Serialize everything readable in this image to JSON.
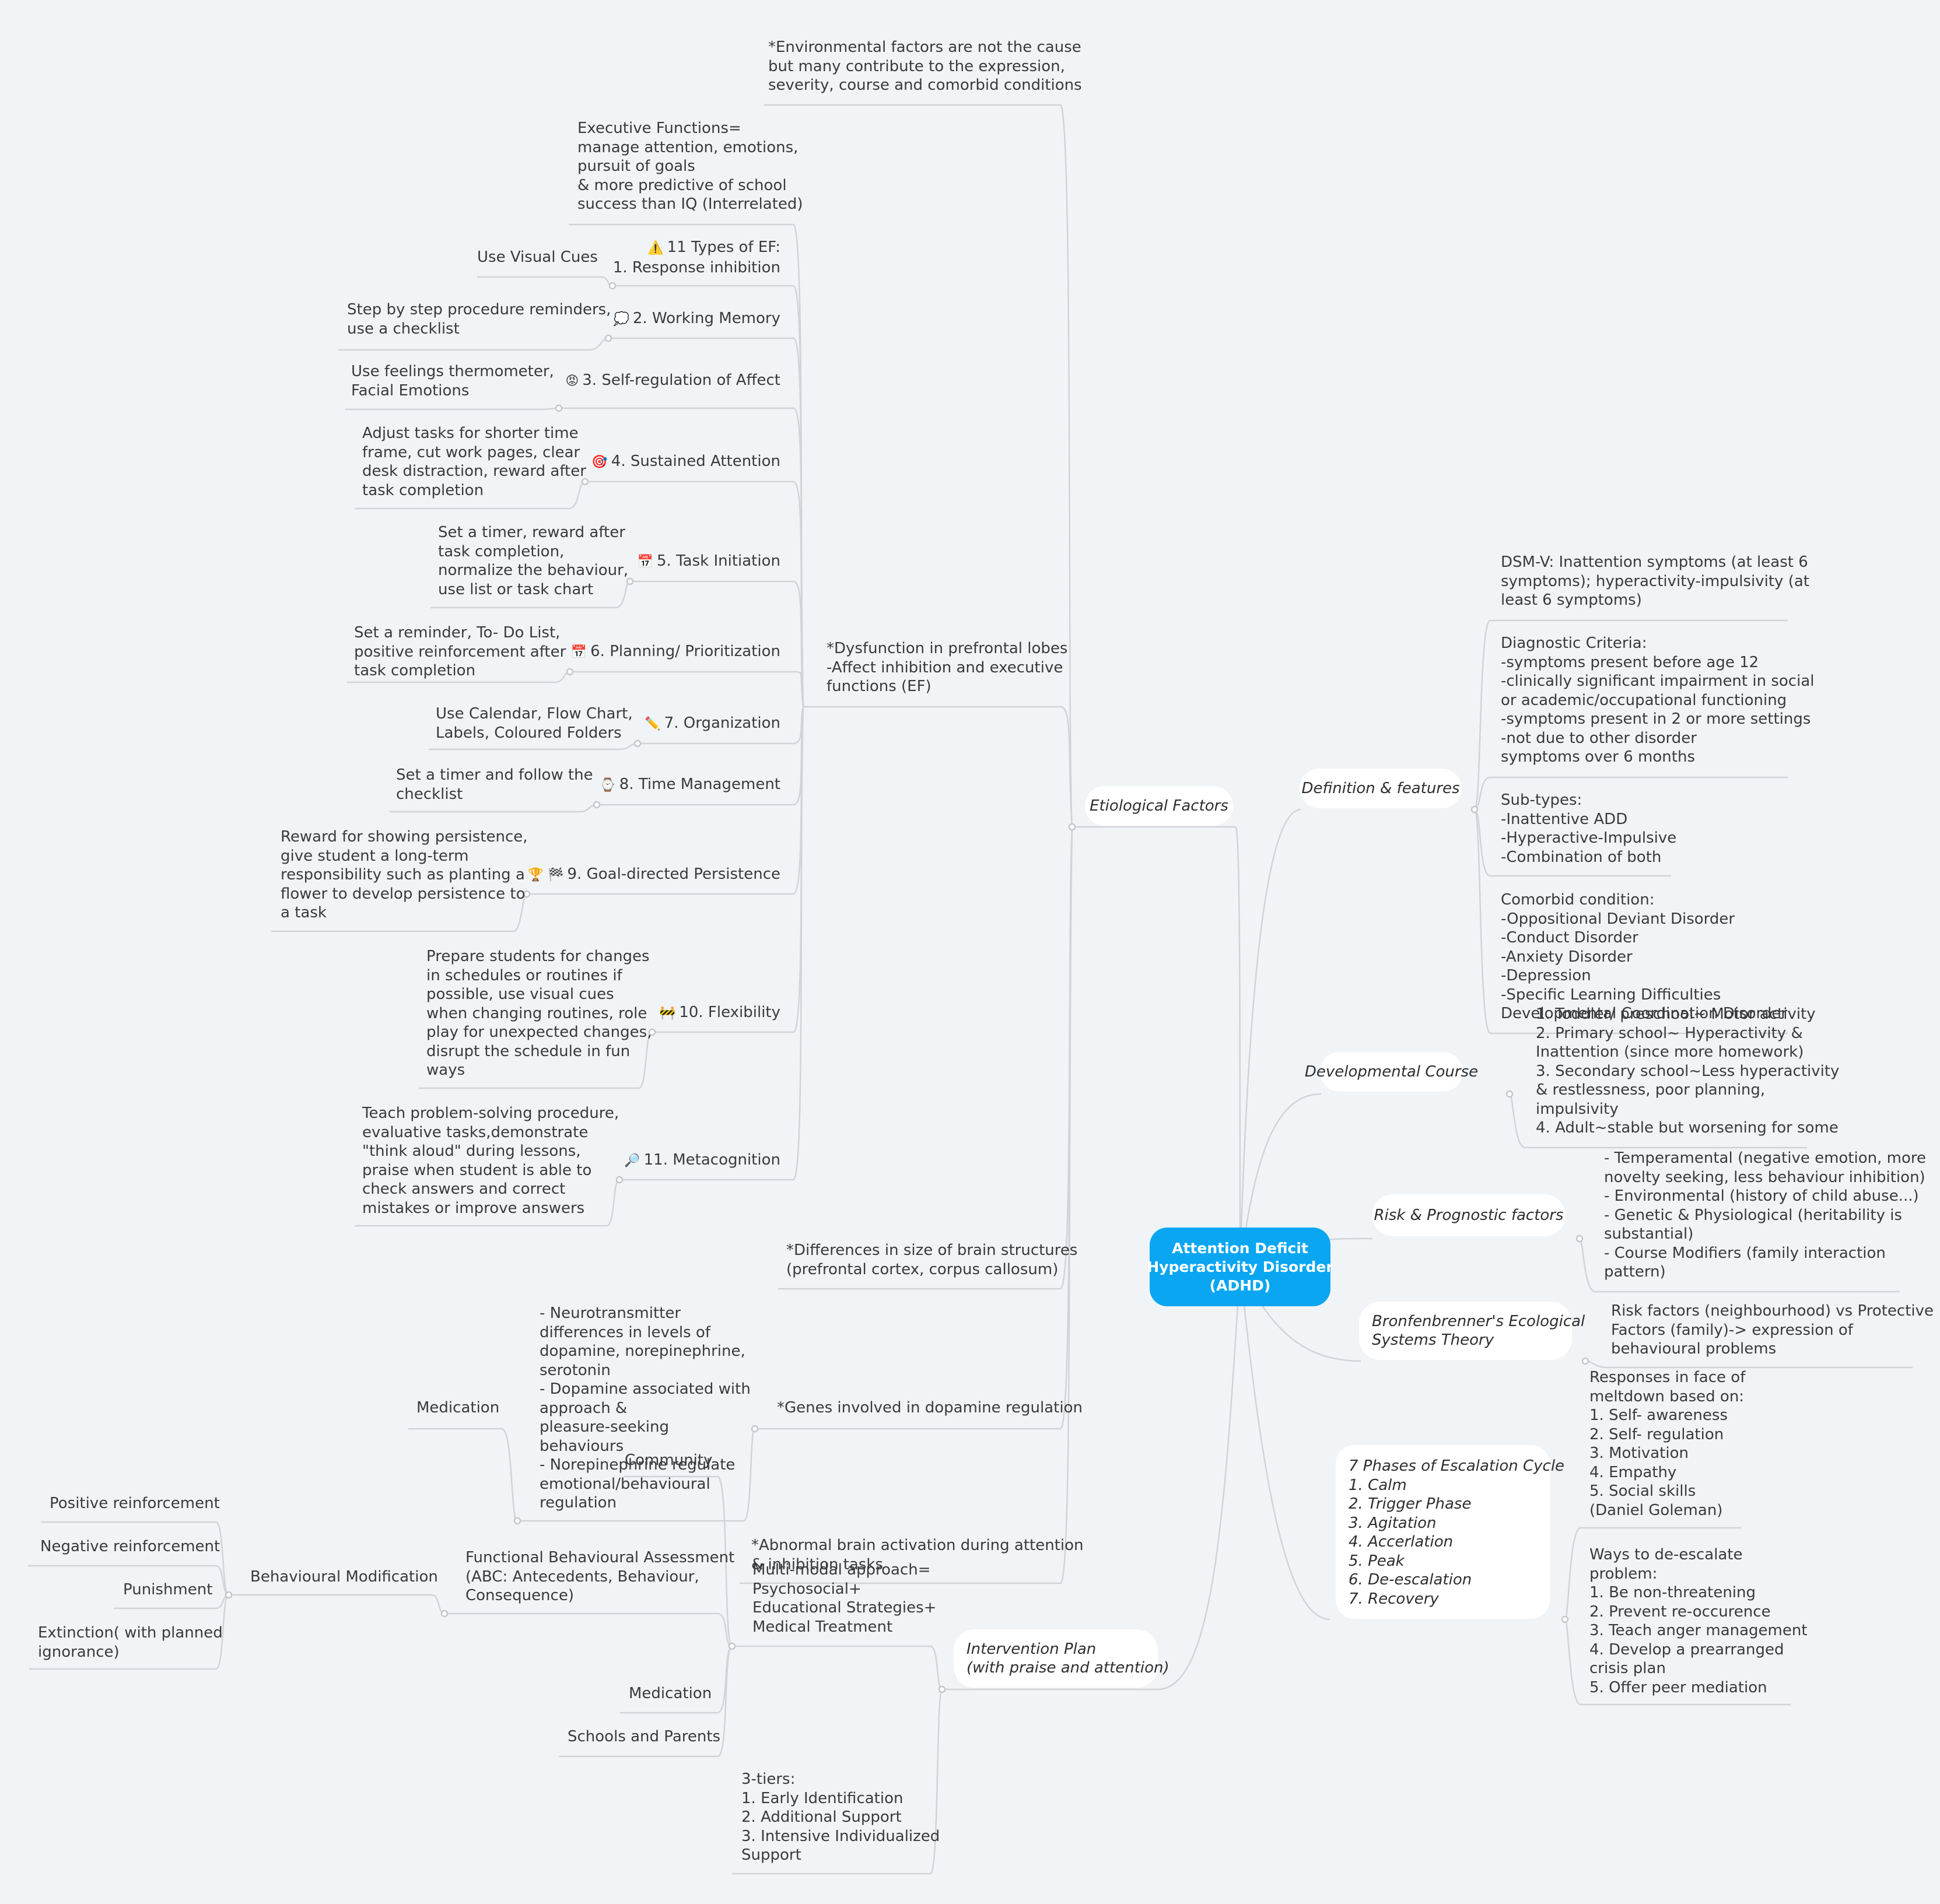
{
  "central": "Attention Deficit\nHyperactivity Disorder\n(ADHD)",
  "etiological": {
    "label": "Etiological Factors",
    "environmental": "*Environmental factors are not the cause\nbut many contribute to the expression,\nseverity, course and comorbid conditions",
    "dysfunction": "*Dysfunction in prefrontal lobes\n-Affect inhibition and executive\nfunctions (EF)",
    "ef_definition": "Executive Functions=\nmanage attention, emotions,\npursuit of goals\n& more predictive of school\nsuccess than IQ (Interrelated)",
    "ef_types": [
      {
        "label": "11 Types of EF:\n1. Response inhibition",
        "icon": "⚠️",
        "icon_name": "warning-icon",
        "strategy": "Use Visual Cues"
      },
      {
        "label": "2. Working Memory",
        "icon": "💭",
        "icon_name": "thought-bubble-icon",
        "strategy": "Step by step procedure reminders,\nuse a checklist"
      },
      {
        "label": "3. Self-regulation of Affect",
        "icon": "😡",
        "icon_name": "angry-face-icon",
        "strategy": "Use feelings thermometer,\nFacial Emotions"
      },
      {
        "label": "4. Sustained Attention",
        "icon": "🎯",
        "icon_name": "target-icon",
        "strategy": "Adjust tasks for shorter time\nframe, cut work pages, clear\ndesk distraction, reward after\ntask completion"
      },
      {
        "label": "5. Task Initiation",
        "icon": "📅",
        "icon_name": "calendar-icon",
        "strategy": "Set a timer, reward after\ntask completion,\nnormalize the behaviour,\nuse list or task chart"
      },
      {
        "label": "6. Planning/ Prioritization",
        "icon": "📅",
        "icon_name": "calendar-icon",
        "strategy": "Set a reminder, To- Do List,\npositive reinforcement after\ntask completion"
      },
      {
        "label": "7. Organization",
        "icon": "✏️",
        "icon_name": "pencil-icon",
        "strategy": "Use Calendar, Flow Chart,\nLabels, Coloured Folders"
      },
      {
        "label": "8. Time Management",
        "icon": "⌚",
        "icon_name": "watch-icon",
        "strategy": "Set a timer and follow the\nchecklist"
      },
      {
        "label": "9. Goal-directed Persistence",
        "icon": "🏆 🏁",
        "icon_name": "trophy-flag-icon",
        "strategy": "Reward for showing persistence,\ngive student a long-term\nresponsibility such as planting a\nflower to develop persistence to\na task"
      },
      {
        "label": "10. Flexibility",
        "icon": "🚧",
        "icon_name": "construction-icon",
        "strategy": "Prepare students for changes\nin schedules or routines if\npossible, use visual cues\nwhen changing routines, role\nplay for unexpected changes,\ndisrupt the schedule in fun\nways"
      },
      {
        "label": "11. Metacognition",
        "icon": "🔎",
        "icon_name": "magnifier-icon",
        "strategy": "Teach problem-solving procedure,\nevaluative tasks,demonstrate\n\"think aloud\" during lessons,\npraise when student is able to\ncheck answers and correct\nmistakes or improve answers"
      }
    ],
    "brain_size": "*Differences in size of brain structures\n(prefrontal cortex, corpus callosum)",
    "genes": "*Genes involved in dopamine regulation",
    "neurotransmitter": "- Neurotransmitter\ndifferences in levels of\ndopamine, norepinephrine,\nserotonin\n- Dopamine associated with\napproach &\npleasure-seeking\nbehaviours\n- Norepinephrine regulate\nemotional/behavioural\nregulation",
    "medication": "Medication",
    "abnormal": "*Abnormal brain activation during attention\n& inhibition tasks"
  },
  "intervention": {
    "label": "Intervention Plan\n(with praise and attention)",
    "multimodal": "Multi-modal approach=\nPsychosocial+\nEducational Strategies+\nMedical Treatment",
    "community": "Community",
    "fba": "Functional Behavioural Assessment\n(ABC: Antecedents, Behaviour,\nConsequence)",
    "behaviour_mod": "Behavioural Modification",
    "behaviour_items": [
      "Positive reinforcement",
      "Negative reinforcement",
      "Punishment",
      "Extinction( with planned\nignorance)"
    ],
    "medication": "Medication",
    "schools": "Schools and Parents",
    "tiers": "3-tiers:\n1. Early Identification\n2. Additional Support\n3. Intensive Individualized\nSupport"
  },
  "definition": {
    "label": "Definition & features",
    "dsm": "DSM-V: Inattention symptoms (at least 6\nsymptoms); hyperactivity-impulsivity (at\nleast 6 symptoms)",
    "criteria": "Diagnostic Criteria:\n-symptoms present before age 12\n-clinically significant impairment in social\nor academic/occupational functioning\n-symptoms present in 2 or more settings\n-not due to other disorder\nsymptoms over 6 months",
    "subtypes": "Sub-types:\n-Inattentive ADD\n-Hyperactive-Impulsive\n-Combination of both",
    "comorbid": "Comorbid condition:\n-Oppositional Deviant Disorder\n-Conduct Disorder\n-Anxiety Disorder\n-Depression\n-Specific Learning Difficulties\nDevelopmental Coordination Disorder"
  },
  "developmental": {
    "label": "Developmental Course",
    "text": "1. Toddler/ preschool~ Motor activity\n2. Primary school~ Hyperactivity &\nInattention (since more homework)\n3. Secondary school~Less hyperactivity\n& restlessness, poor planning,\nimpulsivity\n4. Adult~stable but worsening for some"
  },
  "risk": {
    "label": "Risk & Prognostic factors",
    "text": "- Temperamental (negative emotion, more\nnovelty seeking, less behaviour inhibition)\n- Environmental (history of child abuse...)\n- Genetic & Physiological (heritability is\nsubstantial)\n- Course Modifiers (family interaction\npattern)"
  },
  "bronfenbrenner": {
    "label": "Bronfenbrenner's Ecological\nSystems Theory",
    "text": "Risk factors (neighbourhood) vs Protective\nFactors (family)-> expression of\nbehavioural problems"
  },
  "escalation": {
    "label": "7 Phases of Escalation Cycle\n1. Calm\n2. Trigger Phase\n3. Agitation\n4. Accerlation\n5. Peak\n6. De-escalation\n7. Recovery",
    "responses": "Responses in face of\nmeltdown based on:\n1. Self- awareness\n2. Self- regulation\n3. Motivation\n4. Empathy\n5. Social skills\n(Daniel Goleman)",
    "deescalate": "Ways to de-escalate\nproblem:\n1. Be non-threatening\n2. Prevent re-occurence\n3. Teach anger management\n4. Develop a prearranged\ncrisis plan\n5. Offer peer mediation"
  }
}
